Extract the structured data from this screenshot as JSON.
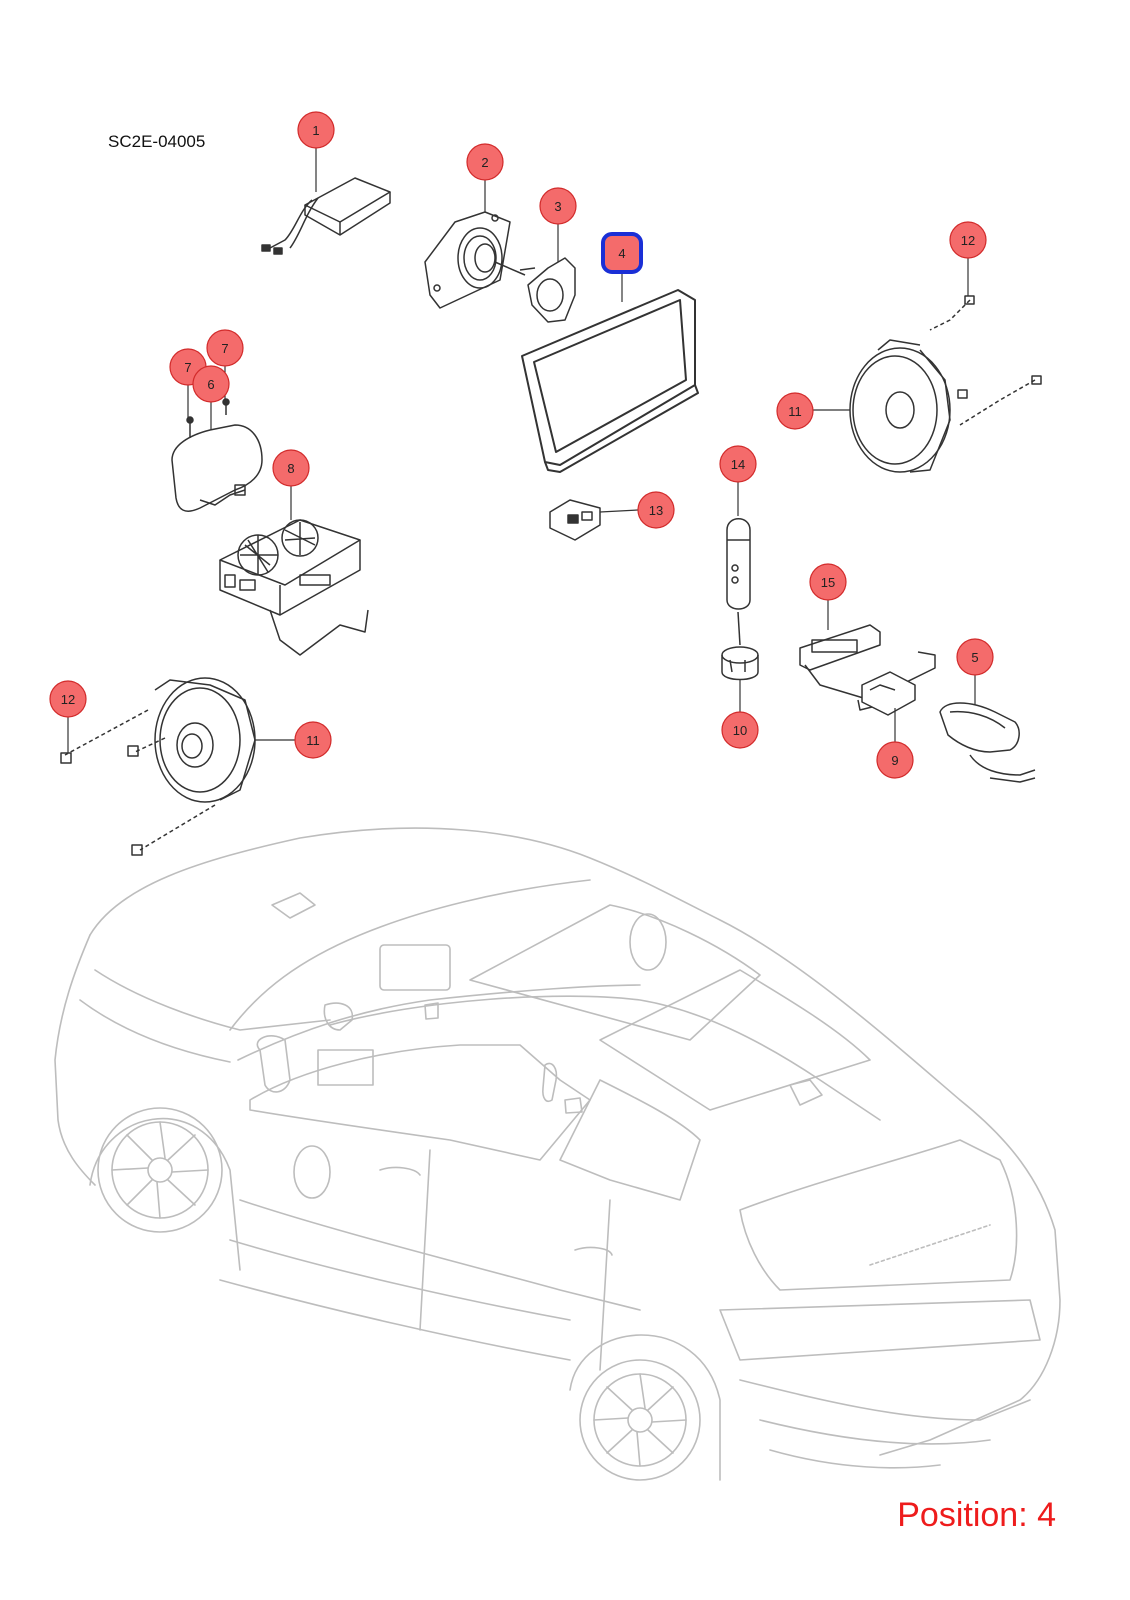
{
  "diagram": {
    "code": "SC2E-04005",
    "position_label": "Position: 4",
    "selected_callout": "4",
    "colors": {
      "callout_fill": "#f46b6b",
      "callout_stroke": "#d22b2b",
      "selected_stroke": "#1a2fd6",
      "position_text": "#ee1c1c",
      "line_art": "#333333",
      "car_outline": "#bdbdbd"
    },
    "callouts": [
      {
        "id": "c1",
        "label": "1"
      },
      {
        "id": "c2",
        "label": "2"
      },
      {
        "id": "c3",
        "label": "3"
      },
      {
        "id": "c4",
        "label": "4"
      },
      {
        "id": "c12a",
        "label": "12"
      },
      {
        "id": "c7a",
        "label": "7"
      },
      {
        "id": "c7b",
        "label": "7"
      },
      {
        "id": "c6",
        "label": "6"
      },
      {
        "id": "c11a",
        "label": "11"
      },
      {
        "id": "c14",
        "label": "14"
      },
      {
        "id": "c8",
        "label": "8"
      },
      {
        "id": "c13",
        "label": "13"
      },
      {
        "id": "c15",
        "label": "15"
      },
      {
        "id": "c5",
        "label": "5"
      },
      {
        "id": "c12b",
        "label": "12"
      },
      {
        "id": "c11b",
        "label": "11"
      },
      {
        "id": "c10",
        "label": "10"
      },
      {
        "id": "c9",
        "label": "9"
      }
    ]
  }
}
